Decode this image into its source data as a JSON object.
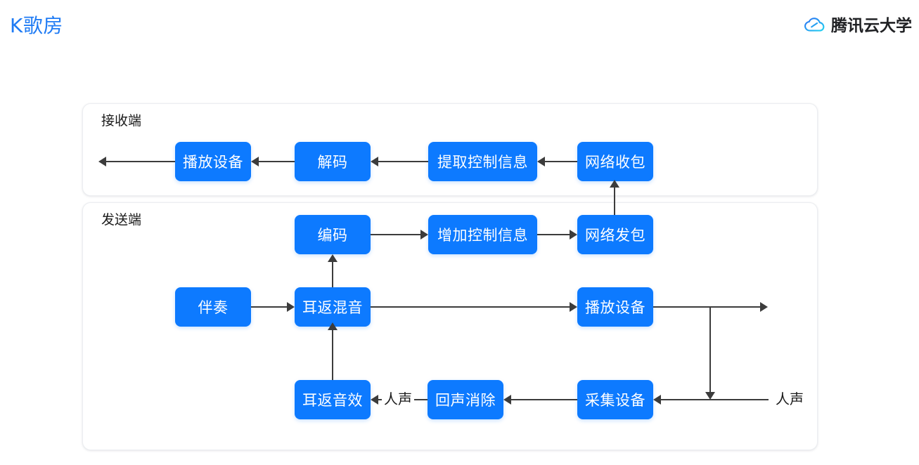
{
  "header": {
    "title": "K歌房",
    "brand_name": "腾讯云大学",
    "brand_logo_icon": "tencent-cloud-logo-icon",
    "title_color": "#1f7bf4",
    "brand_color": "#202124"
  },
  "theme": {
    "node_fill": "#0d7aff",
    "node_text": "#ffffff",
    "edge_color": "#3c3c3c",
    "group_border": "#eceef1",
    "background": "#ffffff"
  },
  "diagram": {
    "type": "flowchart",
    "groups": [
      {
        "id": "receiver",
        "label": "接收端",
        "nodes": [
          {
            "id": "rx-playback",
            "label": "播放设备"
          },
          {
            "id": "rx-decode",
            "label": "解码"
          },
          {
            "id": "rx-extract",
            "label": "提取控制信息"
          },
          {
            "id": "rx-netrecv",
            "label": "网络收包"
          }
        ]
      },
      {
        "id": "sender",
        "label": "发送端",
        "nodes": [
          {
            "id": "tx-encode",
            "label": "编码"
          },
          {
            "id": "tx-addctrl",
            "label": "增加控制信息"
          },
          {
            "id": "tx-netsend",
            "label": "网络发包"
          },
          {
            "id": "tx-accomp",
            "label": "伴奏"
          },
          {
            "id": "tx-earmix",
            "label": "耳返混音"
          },
          {
            "id": "tx-playback",
            "label": "播放设备"
          },
          {
            "id": "tx-earfx",
            "label": "耳返音效"
          },
          {
            "id": "tx-aec",
            "label": "回声消除"
          },
          {
            "id": "tx-capture",
            "label": "采集设备"
          }
        ]
      }
    ],
    "edge_labels": {
      "voice_mid": "人声",
      "voice_right": "人声"
    },
    "edges": [
      {
        "from": "rx-playback",
        "to": "output-left",
        "direction": "left"
      },
      {
        "from": "rx-decode",
        "to": "rx-playback",
        "direction": "left"
      },
      {
        "from": "rx-extract",
        "to": "rx-decode",
        "direction": "left"
      },
      {
        "from": "rx-netrecv",
        "to": "rx-extract",
        "direction": "left"
      },
      {
        "from": "tx-netsend",
        "to": "rx-netrecv",
        "direction": "up"
      },
      {
        "from": "tx-encode",
        "to": "tx-addctrl",
        "direction": "right"
      },
      {
        "from": "tx-addctrl",
        "to": "tx-netsend",
        "direction": "right"
      },
      {
        "from": "tx-earmix",
        "to": "tx-encode",
        "direction": "up"
      },
      {
        "from": "tx-accomp",
        "to": "tx-earmix",
        "direction": "right"
      },
      {
        "from": "tx-earmix",
        "to": "tx-playback",
        "direction": "right"
      },
      {
        "from": "tx-playback",
        "to": "output-right",
        "direction": "right"
      },
      {
        "from": "tx-playback",
        "to": "tx-capture",
        "direction": "down",
        "label": "人声"
      },
      {
        "from": "input-voice",
        "to": "tx-capture",
        "direction": "left",
        "label": "人声"
      },
      {
        "from": "tx-capture",
        "to": "tx-aec",
        "direction": "left"
      },
      {
        "from": "tx-aec",
        "to": "tx-earfx",
        "direction": "left",
        "label": "人声"
      },
      {
        "from": "tx-earfx",
        "to": "tx-earmix",
        "direction": "up"
      }
    ]
  }
}
